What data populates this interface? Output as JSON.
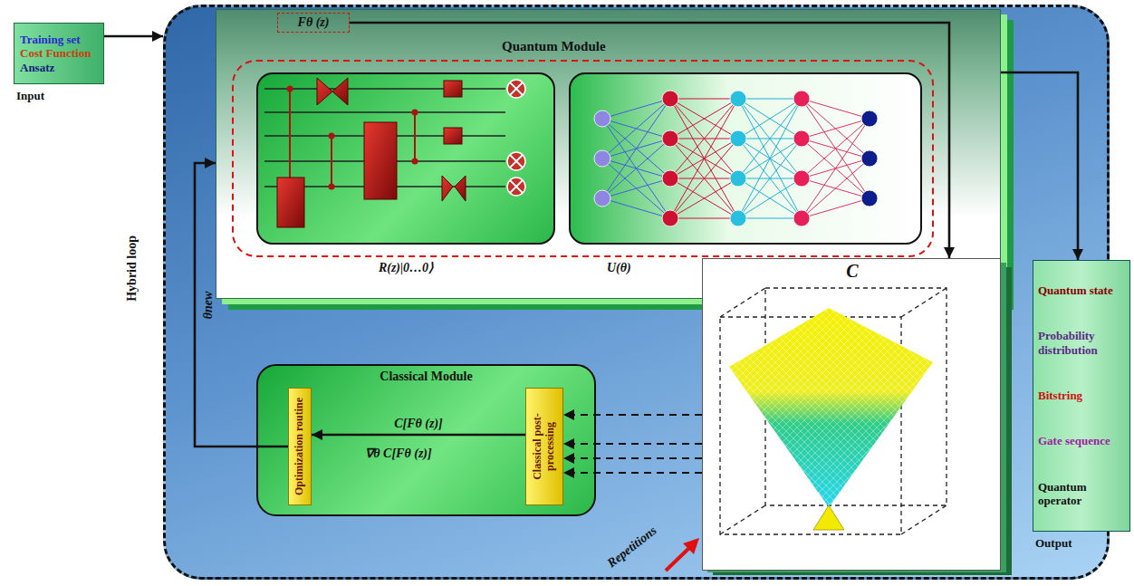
{
  "diagram": {
    "nodes": [
      {
        "text": [
          "Training set",
          "Cost Function",
          "Ansatz",
          "Input"
        ]
      },
      {
        "text": [
          "Hybrid loop"
        ]
      },
      {
        "text": [
          "Quantum Module"
        ],
        "in": 1
      },
      {
        "text": [
          "Fθ (z)"
        ],
        "in": 2
      },
      {
        "text": [
          "R(z)|0…0⟩"
        ],
        "in": 2
      },
      {
        "text": [
          "U(θ)"
        ],
        "in": 2
      },
      {
        "text": [
          "C"
        ],
        "in": 1
      },
      {
        "text": [
          "Classical Module"
        ],
        "in": 1
      },
      {
        "text": [
          "Optimization routine"
        ],
        "in": 7
      },
      {
        "text": [
          "Classical post-processing"
        ],
        "in": 7
      },
      {
        "text": [
          "Quantum state",
          "Probability distribution",
          "Bitstring",
          "Gate sequence",
          "Quantum operator",
          "Output"
        ]
      }
    ],
    "edges": [
      {
        "from": 0,
        "to": 1,
        "arrow": "to"
      },
      {
        "from": 3,
        "to": 6,
        "arrow": "to"
      },
      {
        "from": 6,
        "to": 9,
        "arrow": "to"
      },
      {
        "from": 6,
        "to": 9,
        "arrow": "to"
      },
      {
        "from": 6,
        "to": 9,
        "arrow": "to"
      },
      {
        "from": 6,
        "to": 9,
        "arrow": "to"
      },
      {
        "from": 9,
        "to": 8,
        "label": "C[Fθ (z)]",
        "arrow": "to"
      },
      {
        "from": 8,
        "to": 2,
        "label": "θnew",
        "arrow": "to"
      },
      {
        "from": 2,
        "to": 10,
        "arrow": "to"
      }
    ],
    "labels": [
      "∇θ C[Fθ (z)]",
      "Repetitions"
    ]
  }
}
